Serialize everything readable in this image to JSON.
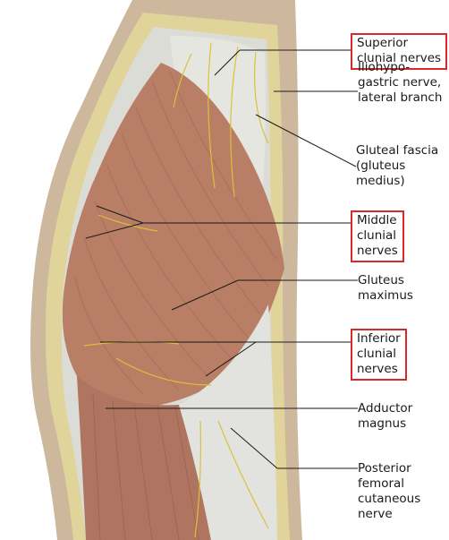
{
  "labels": {
    "superior_clunial": {
      "lines": [
        "Superior",
        "clunial nerves"
      ],
      "highlighted": true
    },
    "iliohypogastric": {
      "lines": [
        "Iliohypo-",
        "gastric nerve,",
        "lateral branch"
      ],
      "highlighted": false
    },
    "gluteal_fascia": {
      "lines": [
        "Gluteal fascia",
        "(gluteus",
        "medius)"
      ],
      "highlighted": false
    },
    "middle_clunial": {
      "lines": [
        "Middle",
        "clunial",
        "nerves"
      ],
      "highlighted": true
    },
    "gluteus_maximus": {
      "lines": [
        "Gluteus",
        "maximus"
      ],
      "highlighted": false
    },
    "inferior_clunial": {
      "lines": [
        "Inferior",
        "clunial",
        "nerves"
      ],
      "highlighted": true
    },
    "adductor_magnus": {
      "lines": [
        "Adductor",
        "magnus"
      ],
      "highlighted": false
    },
    "posterior_femoral": {
      "lines": [
        "Posterior",
        "femoral",
        "cutaneous",
        "nerve"
      ],
      "highlighted": false
    }
  },
  "colors": {
    "highlight_box": "#d62a2a",
    "leader_line": "#1a1a1a",
    "muscle": "#b87e66",
    "fascia": "#dcdcd6",
    "fat": "#e0d49a",
    "skin": "#cdb89e",
    "nerve": "#d9c23a"
  }
}
